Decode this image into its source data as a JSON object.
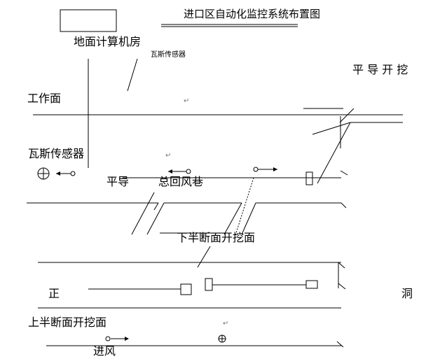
{
  "title": "进口区自动化监控系统布置图",
  "labels": {
    "computer_room": "地面计算机房",
    "gas_sensor_small": "瓦斯传感器",
    "working_face": "工作面",
    "gas_sensor": "瓦斯传感器",
    "flat_guide_excavation": "平 导 开 挖",
    "flat_guide": "平导",
    "main_return_air": "总回风巷",
    "lower_half_excavation": "下半断面开挖面",
    "zheng": "正",
    "dong": "洞",
    "upper_half_excavation": "上半断面开挖面",
    "air_inlet": "进风"
  },
  "symbols": {
    "return_mark": "↵",
    "cross_circle": "⊕"
  }
}
